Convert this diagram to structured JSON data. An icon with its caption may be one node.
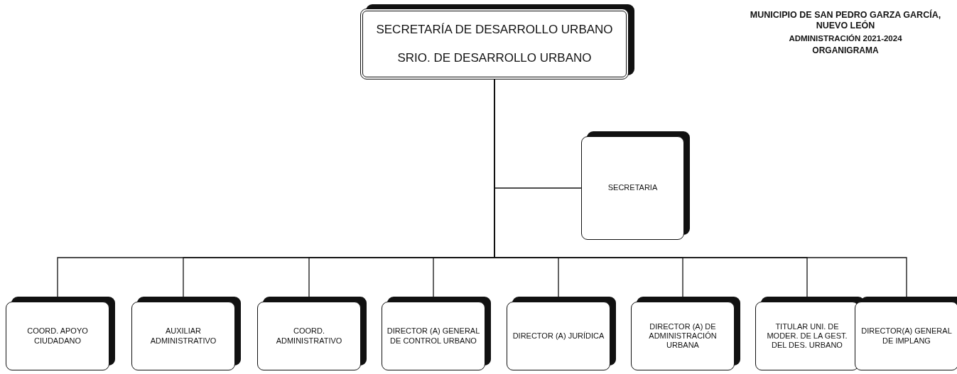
{
  "diagram": {
    "nodes": [
      {
        "text": [
          "SECRETARÍA DE DESARROLLO URBANO",
          "SRIO. DE DESARROLLO URBANO"
        ]
      },
      {
        "text": [
          "SECRETARIA"
        ]
      },
      {
        "text": [
          "COORD. APOYO CIUDADANO"
        ]
      },
      {
        "text": [
          "AUXILIAR ADMINISTRATIVO"
        ]
      },
      {
        "text": [
          "COORD. ADMINISTRATIVO"
        ]
      },
      {
        "text": [
          "DIRECTOR (A) GENERAL DE CONTROL URBANO"
        ]
      },
      {
        "text": [
          "DIRECTOR (A) JURÍDICA"
        ]
      },
      {
        "text": [
          "DIRECTOR (A) DE ADMINISTRACIÓN URBANA"
        ]
      },
      {
        "text": [
          "TITULAR UNI. DE MODER. DE LA GEST. DEL DES. URBANO"
        ]
      },
      {
        "text": [
          "DIRECTOR(A) GENERAL DE IMPLANG"
        ]
      }
    ],
    "edges": [
      {
        "from": 0,
        "to": 1,
        "arrow": "none"
      },
      {
        "from": 0,
        "to": 2,
        "arrow": "none"
      },
      {
        "from": 0,
        "to": 3,
        "arrow": "none"
      },
      {
        "from": 0,
        "to": 4,
        "arrow": "none"
      },
      {
        "from": 0,
        "to": 5,
        "arrow": "none"
      },
      {
        "from": 0,
        "to": 6,
        "arrow": "none"
      },
      {
        "from": 0,
        "to": 7,
        "arrow": "none"
      },
      {
        "from": 0,
        "to": 8,
        "arrow": "none"
      },
      {
        "from": 0,
        "to": 9,
        "arrow": "none"
      }
    ],
    "labels": [
      "MUNICIPIO DE SAN PEDRO GARZA GARCÍA, NUEVO LEÓN",
      "ADMINISTRACIÓN 2021-2024",
      "ORGANIGRAMA"
    ]
  }
}
